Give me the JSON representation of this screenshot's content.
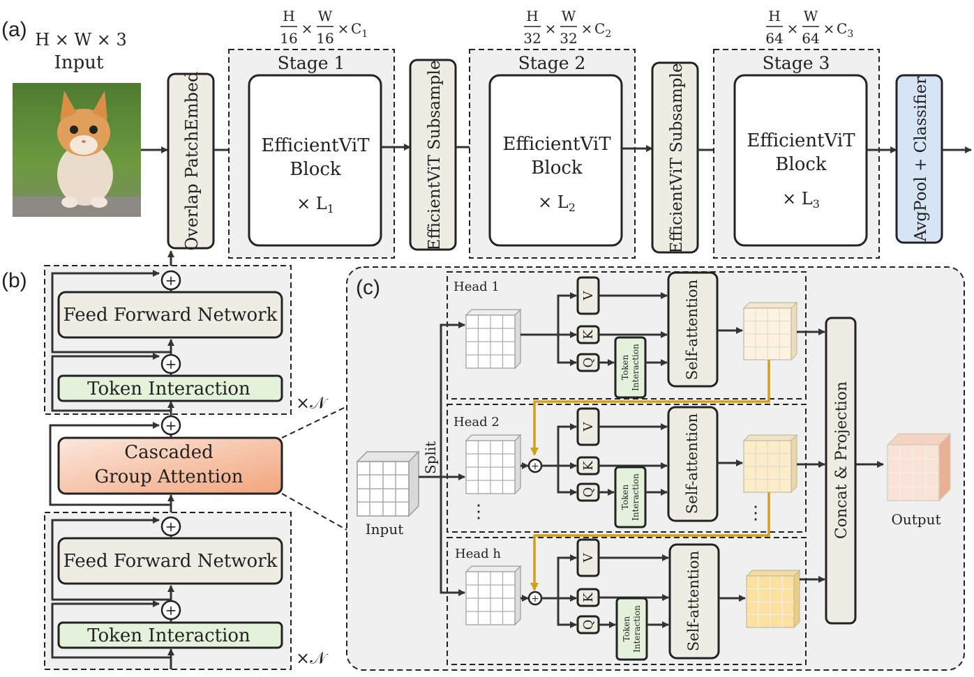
{
  "panels": {
    "a": "(a)",
    "b": "(b)",
    "c": "(c)"
  },
  "input": {
    "dims": "H × W × 3",
    "label": "Input"
  },
  "overlap": "Overlap PatchEmbed",
  "subsample": "EfficientViT Subsample",
  "classifier": "AvgPool + Classifier",
  "block_line1": "EfficientViT",
  "block_line2": "Block",
  "stages": [
    {
      "title": "Stage 1",
      "dim_h": "16",
      "dim_w": "16",
      "channels": "C",
      "c_sub": "1",
      "repeat": "× L",
      "l_sub": "1"
    },
    {
      "title": "Stage 2",
      "dim_h": "32",
      "dim_w": "32",
      "channels": "C",
      "c_sub": "2",
      "repeat": "× L",
      "l_sub": "2"
    },
    {
      "title": "Stage 3",
      "dim_h": "64",
      "dim_w": "64",
      "channels": "C",
      "c_sub": "3",
      "repeat": "× L",
      "l_sub": "3"
    }
  ],
  "frac": {
    "h": "H",
    "w": "W",
    "times": "×"
  },
  "block": {
    "ffn": "Feed Forward Network",
    "ti": "Token Interaction",
    "cga_line1": "Cascaded",
    "cga_line2": "Group Attention",
    "times_n": "×𝒩",
    "plus": "+"
  },
  "attention": {
    "heads": [
      "Head 1",
      "Head 2",
      "Head h"
    ],
    "split": "Split",
    "input": "Input",
    "output": "Output",
    "v": "V",
    "k": "K",
    "q": "Q",
    "ti_line1": "Token",
    "ti_line2": "Interaction",
    "self_attention": "Self-attention",
    "concat": "Concat & Projection",
    "dots": "⋮"
  },
  "colors": {
    "stroke": "#222222",
    "panel_bg": "#f0f0f0",
    "box_fill": "#efece3",
    "green": "#e4f2dc",
    "blue": "#d6e4f5",
    "orange_top": "#fbe2d6",
    "orange_bottom": "#f2a880",
    "cascade": "#d4a017"
  }
}
